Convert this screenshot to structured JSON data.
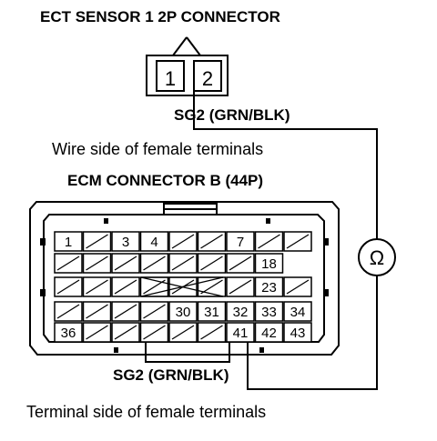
{
  "labels": {
    "ect_title": "ECT SENSOR 1 2P CONNECTOR",
    "sg2_top": "SG2 (GRN/BLK)",
    "wire_side": "Wire side of female terminals",
    "ecm_title": "ECM CONNECTOR B (44P)",
    "sg2_bottom": "SG2 (GRN/BLK)",
    "terminal_side": "Terminal side of female terminals"
  },
  "ect_pins": [
    "1",
    "2"
  ],
  "meter_symbol": "Ω",
  "ecm_rows": [
    [
      "1",
      "",
      "3",
      "4",
      "",
      "",
      "7",
      "",
      ""
    ],
    [
      "",
      "",
      "",
      "",
      "",
      "",
      "",
      "18"
    ],
    [
      "",
      "",
      "",
      "",
      "",
      "",
      "",
      "23",
      ""
    ],
    [
      "",
      "",
      "",
      "",
      "30",
      "31",
      "32",
      "33",
      "34"
    ],
    [
      "36",
      "",
      "",
      "",
      "",
      "",
      "41",
      "42",
      "43"
    ]
  ],
  "highlighted_pins": [
    "33",
    "42"
  ]
}
